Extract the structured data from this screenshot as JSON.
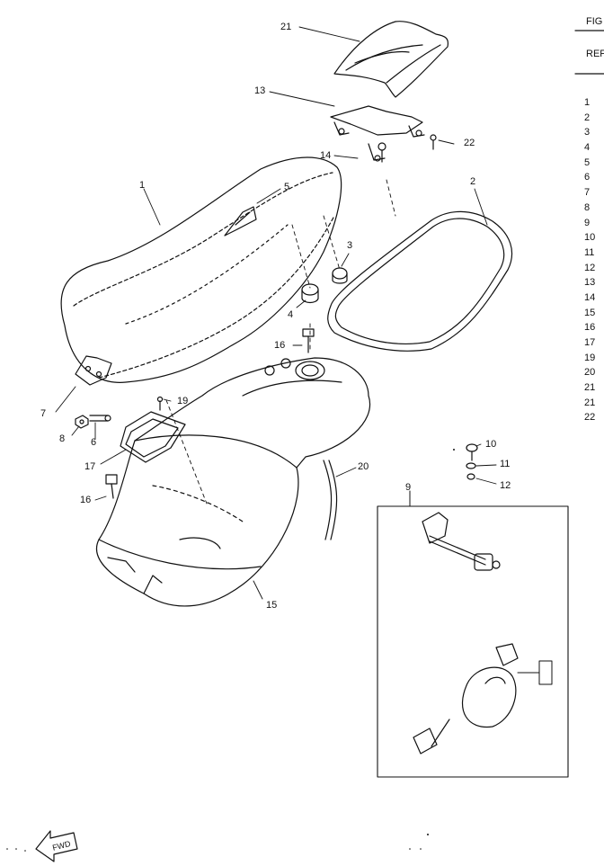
{
  "header": {
    "fig_label": "FIG",
    "ref_label": "REF"
  },
  "ref_numbers": [
    "1",
    "2",
    "3",
    "4",
    "5",
    "6",
    "7",
    "8",
    "9",
    "10",
    "11",
    "12",
    "13",
    "14",
    "15",
    "16",
    "17",
    "19",
    "20",
    "21",
    "21",
    "22"
  ],
  "callouts": {
    "c1": "1",
    "c2": "2",
    "c3": "3",
    "c4": "4",
    "c5": "5",
    "c6": "6",
    "c7": "7",
    "c8": "8",
    "c9": "9",
    "c10": "10",
    "c11": "11",
    "c12": "12",
    "c13": "13",
    "c14": "14",
    "c15": "15",
    "c16a": "16",
    "c16b": "16",
    "c17": "17",
    "c19": "19",
    "c20": "20",
    "c21": "21",
    "c22": "22"
  },
  "forward_mark": "FWD"
}
